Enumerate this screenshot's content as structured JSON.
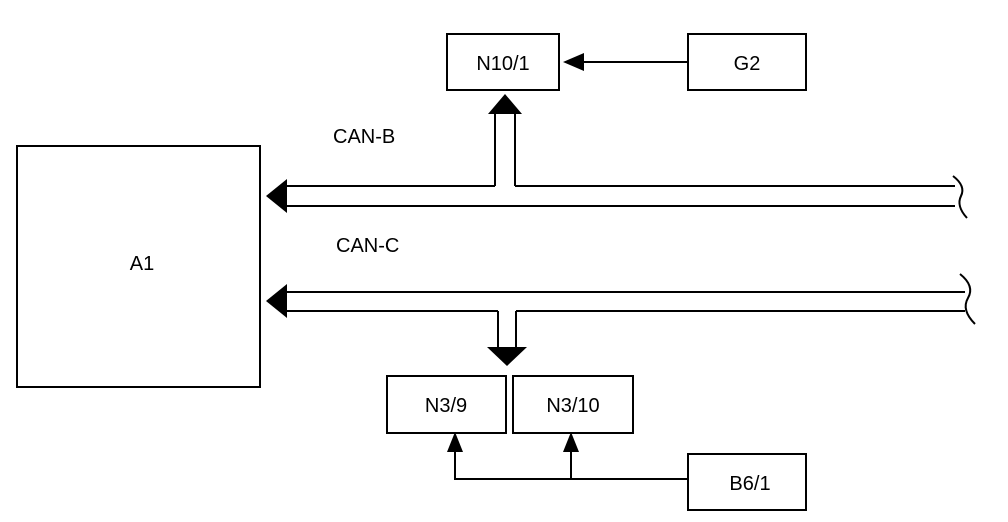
{
  "diagram": {
    "components": {
      "a1": "A1",
      "n10_1": "N10/1",
      "g2": "G2",
      "n3_9": "N3/9",
      "n3_10": "N3/10",
      "b6_1": "B6/1"
    },
    "buses": {
      "can_b": "CAN-B",
      "can_c": "CAN-C"
    },
    "colors": {
      "stroke": "#000000",
      "background": "#ffffff"
    }
  }
}
